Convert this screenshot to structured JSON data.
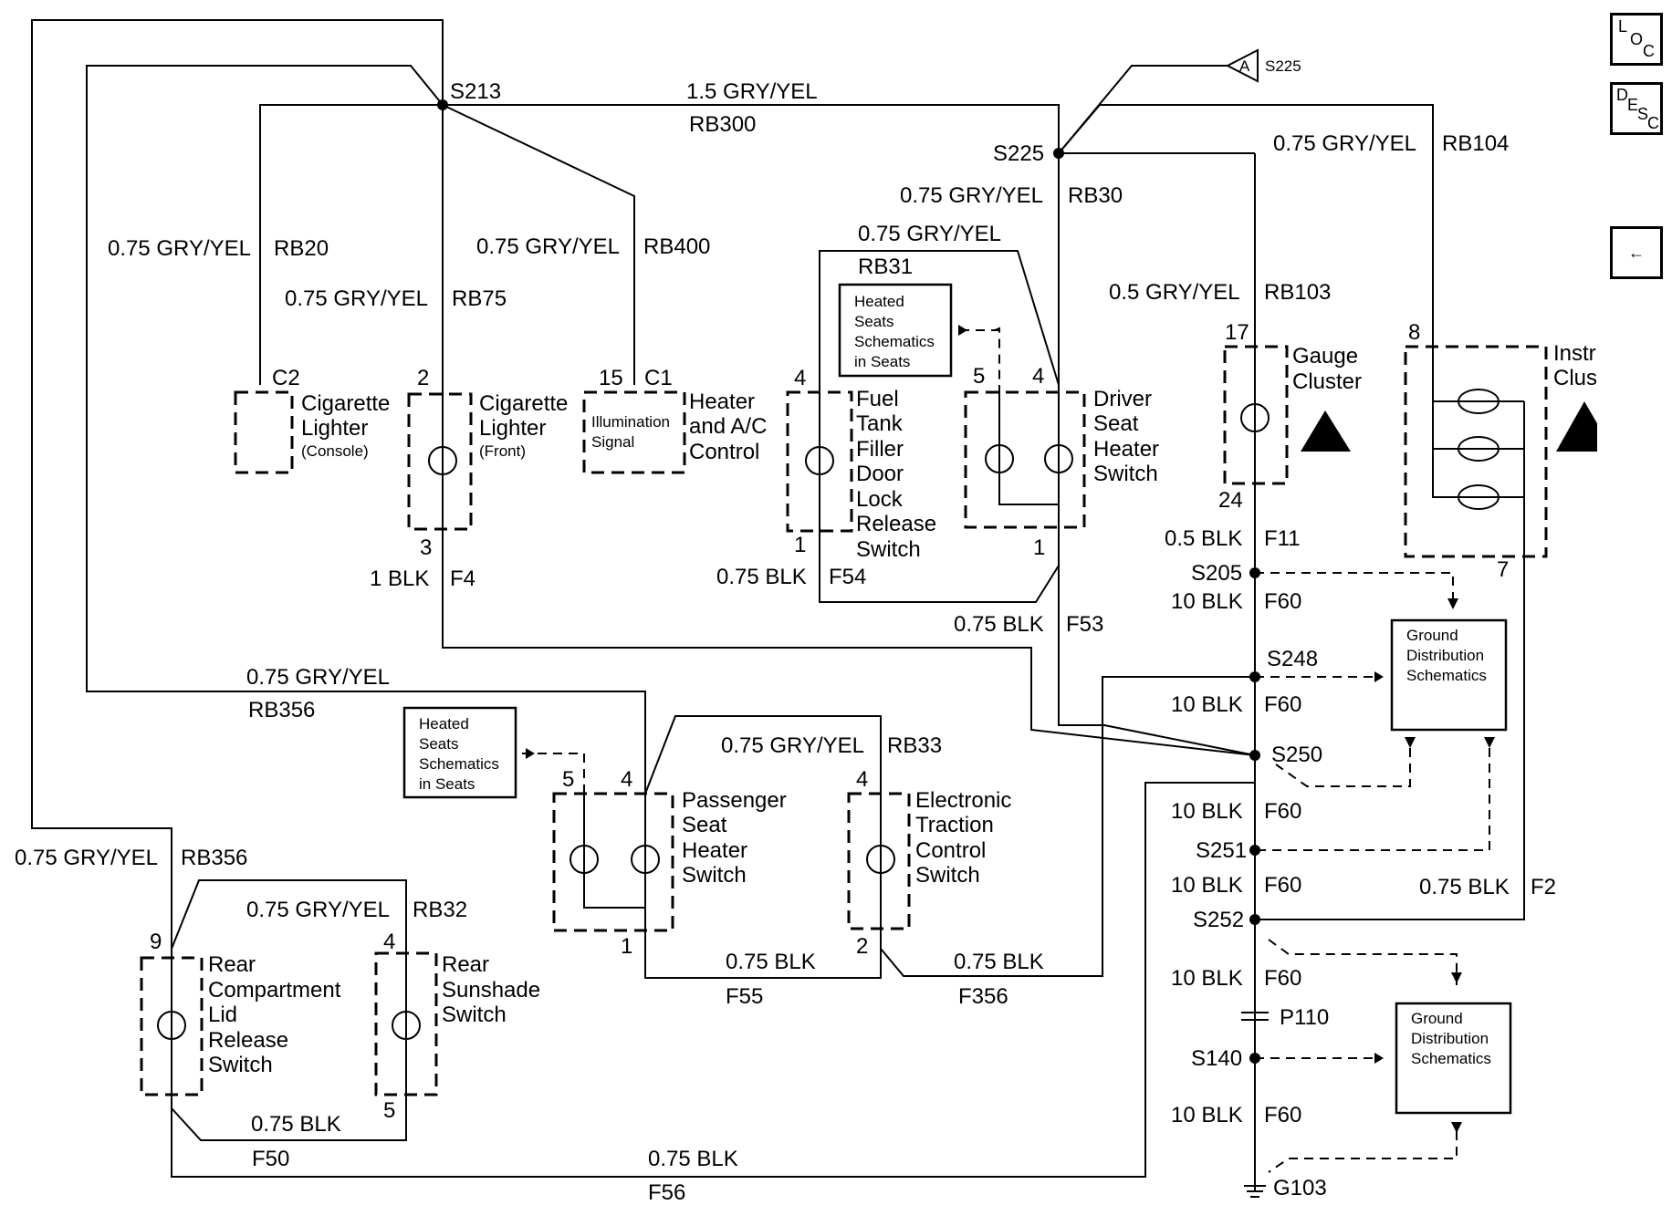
{
  "nav": {
    "loc": [
      "L",
      "O",
      "C"
    ],
    "desc": [
      "D",
      "E",
      "S",
      "C"
    ],
    "back": "←"
  },
  "splices": {
    "s213": "S213",
    "s225": "S225",
    "s225_ref": "S225",
    "s225_tag": "A",
    "s205": "S205",
    "s248": "S248",
    "s250": "S250",
    "s251": "S251",
    "s252": "S252",
    "s140": "S140",
    "p110": "P110",
    "g103": "G103"
  },
  "wires": {
    "rb300_gauge": "1.5 GRY/YEL",
    "rb300": "RB300",
    "rb104_gauge": "0.75 GRY/YEL",
    "rb104": "RB104",
    "rb30_gauge": "0.75 GRY/YEL",
    "rb30": "RB30",
    "rb31_gauge": "0.75 GRY/YEL",
    "rb31": "RB31",
    "rb20_gauge": "0.75 GRY/YEL",
    "rb20": "RB20",
    "rb400_gauge": "0.75 GRY/YEL",
    "rb400": "RB400",
    "rb75_gauge": "0.75 GRY/YEL",
    "rb75": "RB75",
    "rb103_gauge": "0.5 GRY/YEL",
    "rb103": "RB103",
    "f11_gauge": "0.5 BLK",
    "f11": "F11",
    "f4_gauge": "1 BLK",
    "f4": "F4",
    "f54_gauge": "0.75 BLK",
    "f54": "F54",
    "f53_gauge": "0.75 BLK",
    "f53": "F53",
    "f60_a_gauge": "10 BLK",
    "f60_a": "F60",
    "f60_b_gauge": "10 BLK",
    "f60_b": "F60",
    "f60_c_gauge": "10 BLK",
    "f60_c": "F60",
    "f60_d_gauge": "10 BLK",
    "f60_d": "F60",
    "f60_e_gauge": "10 BLK",
    "f60_e": "F60",
    "f60_f_gauge": "10 BLK",
    "f60_f": "F60",
    "rb356_a_gauge": "0.75 GRY/YEL",
    "rb356_a": "RB356",
    "rb356_b_gauge": "0.75 GRY/YEL",
    "rb356_b": "RB356",
    "rb33_gauge": "0.75 GRY/YEL",
    "rb33": "RB33",
    "rb32_gauge": "0.75 GRY/YEL",
    "rb32": "RB32",
    "f2_gauge": "0.75 BLK",
    "f2": "F2",
    "f55_gauge": "0.75 BLK",
    "f55": "F55",
    "f356_gauge": "0.75 BLK",
    "f356": "F356",
    "f50_gauge": "0.75 BLK",
    "f50": "F50",
    "f56_gauge": "0.75 BLK",
    "f56": "F56"
  },
  "components": {
    "cig_console": {
      "connector": "C2",
      "name": [
        "Cigarette",
        "Lighter"
      ],
      "note": "(Console)"
    },
    "cig_front": {
      "pin_top": "2",
      "pin_bottom": "3",
      "name": [
        "Cigarette",
        "Lighter"
      ],
      "note": "(Front)"
    },
    "hvac": {
      "pin": "15",
      "connector": "C1",
      "inner": [
        "Illumination",
        "Signal"
      ],
      "name": [
        "Heater",
        "and A/C",
        "Control"
      ]
    },
    "fuel_door": {
      "pin_top": "4",
      "pin_bottom": "1",
      "name": [
        "Fuel",
        "Tank",
        "Filler",
        "Door",
        "Lock",
        "Release",
        "Switch"
      ]
    },
    "driver_seat": {
      "pin_a": "5",
      "pin_b": "4",
      "pin_bottom": "1",
      "name": [
        "Driver",
        "Seat",
        "Heater",
        "Switch"
      ]
    },
    "gauge": {
      "pin_top": "17",
      "pin_bottom": "24",
      "name": [
        "Gauge",
        "Cluster"
      ]
    },
    "instrument": {
      "pin_top": "8",
      "pin_bottom": "7",
      "name": [
        "Instrument",
        "Cluster"
      ]
    },
    "heated_ref_1": [
      "Heated",
      "Seats",
      "Schematics",
      "in Seats"
    ],
    "heated_ref_2": [
      "Heated",
      "Seats",
      "Schematics",
      "in Seats"
    ],
    "ground_ref_1": [
      "Ground",
      "Distribution",
      "Schematics"
    ],
    "ground_ref_2": [
      "Ground",
      "Distribution",
      "Schematics"
    ],
    "pass_seat": {
      "pin_a": "5",
      "pin_b": "4",
      "pin_bottom": "1",
      "name": [
        "Passenger",
        "Seat",
        "Heater",
        "Switch"
      ]
    },
    "traction": {
      "pin_top": "4",
      "pin_bottom": "2",
      "name": [
        "Electronic",
        "Traction",
        "Control",
        "Switch"
      ]
    },
    "rear_lid": {
      "pin_top": "9",
      "name": [
        "Rear",
        "Compartment",
        "Lid",
        "Release",
        "Switch"
      ]
    },
    "sunshade": {
      "pin_top": "4",
      "pin_bottom": "5",
      "name": [
        "Rear",
        "Sunshade",
        "Switch"
      ]
    }
  }
}
